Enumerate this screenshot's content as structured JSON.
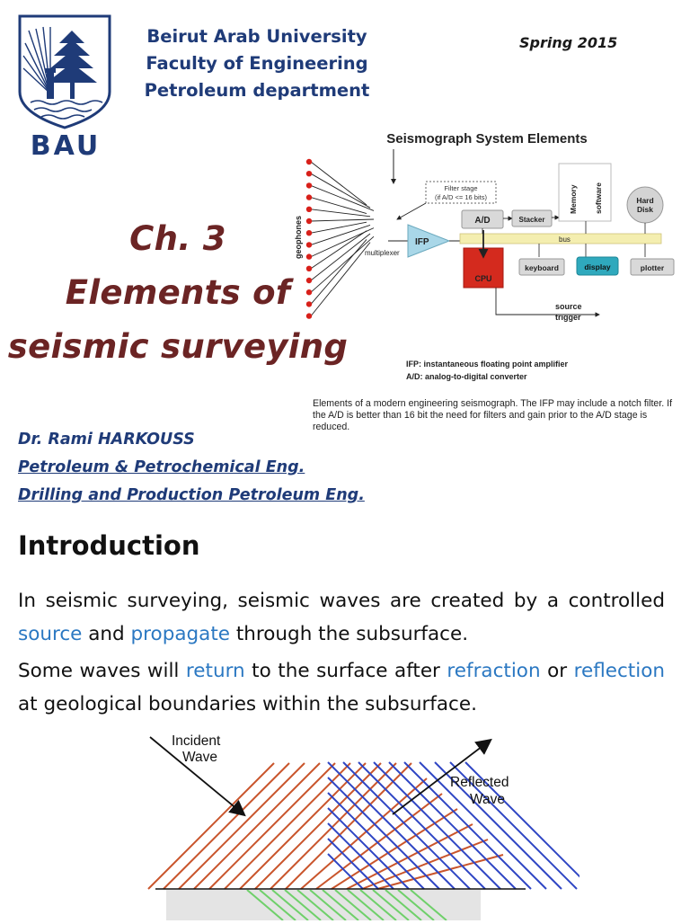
{
  "header": {
    "logo_text": "BAU",
    "university": "Beirut Arab University",
    "faculty": "Faculty of Engineering",
    "department": "Petroleum department",
    "term": "Spring 2015"
  },
  "title": {
    "line1": "Ch. 3",
    "line2": "Elements of",
    "line3": "seismic surveying"
  },
  "diagram": {
    "title": "Seismograph System Elements",
    "geophones": "geophones",
    "filter_stage_1": "Filter stage",
    "filter_stage_2": "(if A/D <= 16 bits)",
    "multiplexer": "multiplexer",
    "ifp": "IFP",
    "ad": "A/D",
    "stacker": "Stacker",
    "memory": "Memory",
    "software": "software",
    "hard_disk_1": "Hard",
    "hard_disk_2": "Disk",
    "bus": "bus",
    "cpu": "CPU",
    "keyboard": "keyboard",
    "display": "display",
    "plotter": "plotter",
    "source_trigger_1": "source",
    "source_trigger_2": "trigger",
    "legend_ifp": "IFP: instantaneous floating point amplifier",
    "legend_ad": "A/D:  analog-to-digital converter",
    "caption": "Elements of a modern engineering seismograph.  The IFP may include a notch filter.  If the A/D is better than 16 bit the need for filters and gain prior to the A/D stage is reduced.",
    "colors": {
      "cpu": "#d42a1e",
      "display": "#2fa9bd",
      "bus": "#f4eeb0",
      "geophone": "#d8201a"
    }
  },
  "author": {
    "name": "Dr. Rami HARKOUSS",
    "line2": "Petroleum & Petrochemical Eng.",
    "line3": "Drilling and Production Petroleum Eng."
  },
  "intro": {
    "heading": "Introduction",
    "p1": [
      {
        "t": "In seismic surveying, seismic waves are created by a controlled "
      },
      {
        "t": "source",
        "hl": true
      },
      {
        "t": " and "
      },
      {
        "t": "propagate",
        "hl": true
      },
      {
        "t": " through the subsurface."
      }
    ],
    "p2": [
      {
        "t": "Some waves will "
      },
      {
        "t": "return",
        "hl": true
      },
      {
        "t": " to the surface after "
      },
      {
        "t": "refraction",
        "hl": true
      },
      {
        "t": " or "
      },
      {
        "t": "reflection",
        "hl": true
      },
      {
        "t": " at geological boundaries within the subsurface."
      }
    ]
  },
  "wave_figure": {
    "incident_1": "Incident",
    "incident_2": "Wave",
    "reflected_1": "Reflected",
    "reflected_2": "Wave",
    "colors": {
      "incident": "#c9552c",
      "reflected": "#2f46c4",
      "refracted": "#6fd06a"
    }
  },
  "colors": {
    "navy": "#1f3b78",
    "title": "#6b2424",
    "keyword": "#2b78c2"
  }
}
